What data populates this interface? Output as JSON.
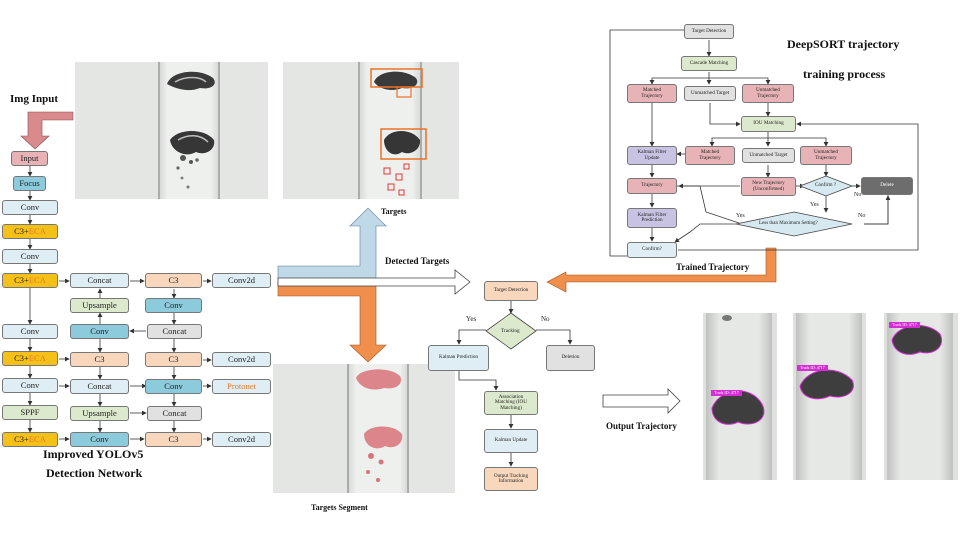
{
  "labels": {
    "img_input": "Img Input",
    "network_title_1": "Improved YOLOv5",
    "network_title_2": "Detection Network",
    "targets": "Targets",
    "detected_targets": "Detected Targets",
    "targets_segment": "Targets Segment",
    "deepsort_title_1": "DeepSORT trajectory",
    "deepsort_title_2": "training process",
    "trained_trajectory": "Trained Trajectory",
    "output_trajectory": "Output Trajectory"
  },
  "network": {
    "input": "Input",
    "focus": "Focus",
    "conv": "Conv",
    "c3": "C3+",
    "eca": "ECA",
    "sppf": "SPPF",
    "concat": "Concat",
    "upsample": "Upsample",
    "c3_plain": "C3",
    "conv2d": "Conv2d",
    "protonet": "Protonet"
  },
  "deepsort": {
    "target_detection": "Target Detection",
    "cascade_matching": "Cascade Matching",
    "matched_trajectory_1": "Matched",
    "matched_trajectory_2": "Trajectory",
    "unmatched_target": "Unmatched Target",
    "unmatched_trajectory_1": "Unmatched",
    "unmatched_trajectory_2": "Trajectory",
    "iou_matching": "IOU Matching",
    "kalman_filter_update_1": "Kalman Filter",
    "kalman_filter_update_2": "Update",
    "trajectory": "Trajectory",
    "new_trajectory_1": "New Trajectory",
    "new_trajectory_2": "(Unconfirmed)",
    "confirm": "Confirm ?",
    "delete": "Delete",
    "kalman_filter_prediction_1": "Kalman Filter",
    "kalman_filter_prediction_2": "Prediction",
    "confirm_q": "Confirm?",
    "less_than_max": "Less than Maximum Setting?",
    "yes": "Yes",
    "no": "No"
  },
  "tracking": {
    "target_detection": "Target Detection",
    "tracking": "Tracking",
    "yes": "Yes",
    "no": "No",
    "kalman_prediction": "Kalman Prediction",
    "deletion": "Deletion",
    "association_1": "Association",
    "association_2": "Matching (IOU",
    "association_3": "Matching)",
    "kalman_update": "Kalman Update",
    "output_1": "Output Tracking",
    "output_2": "Information"
  },
  "track_tags": [
    "Track ID: 4717",
    "Track ID: 4717",
    "Track ID: 4717"
  ],
  "colors": {
    "arrow_pink": "#d98a8c",
    "arrow_blue": "#bfd9e8",
    "arrow_orange": "#ef8f4b",
    "eca_orange": "#e57b27",
    "conv_blue": "#deeef4",
    "conv_teal": "#8ccbdc",
    "c3_gold": "#f5c018",
    "track_magenta": "#d42fd4"
  }
}
